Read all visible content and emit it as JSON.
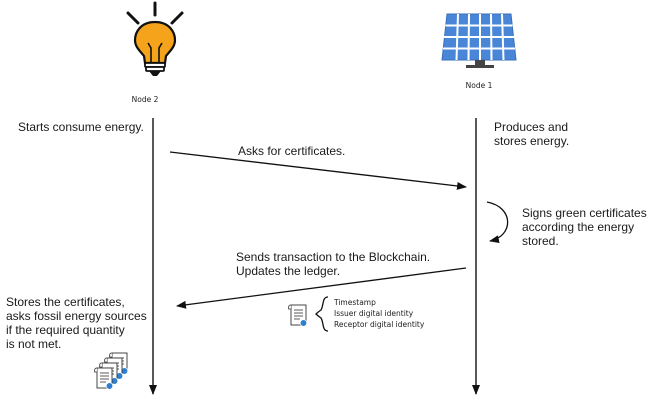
{
  "nodes": {
    "node2_label": "Node 2",
    "node1_label": "Node 1"
  },
  "steps": {
    "node2_start": "Starts consume energy.",
    "node1_produce": "Produces and\nstores energy.",
    "ask_certificates": "Asks for certificates.",
    "sign_certificates": "Signs green certificates\naccording the energy\nstored.",
    "send_transaction": "Sends transaction to the Blockchain.\nUpdates the ledger.",
    "store_certificates": "Stores the certificates,\nasks fossil energy sources\nif the required quantity\nis not met."
  },
  "certificate_fields": [
    "Timestamp",
    "Issuer digital identity",
    "Receptor digital identity"
  ],
  "icons": {
    "node2_icon": "light-bulb-icon",
    "node1_icon": "solar-panel-icon",
    "certificate_icon": "certificate-document-icon",
    "certificates_stack_icon": "certificate-stack-icon"
  },
  "colors": {
    "bulb": "#f5a31a",
    "panel": "#4a86d8",
    "line": "#111111",
    "seal": "#2f7fd0"
  }
}
